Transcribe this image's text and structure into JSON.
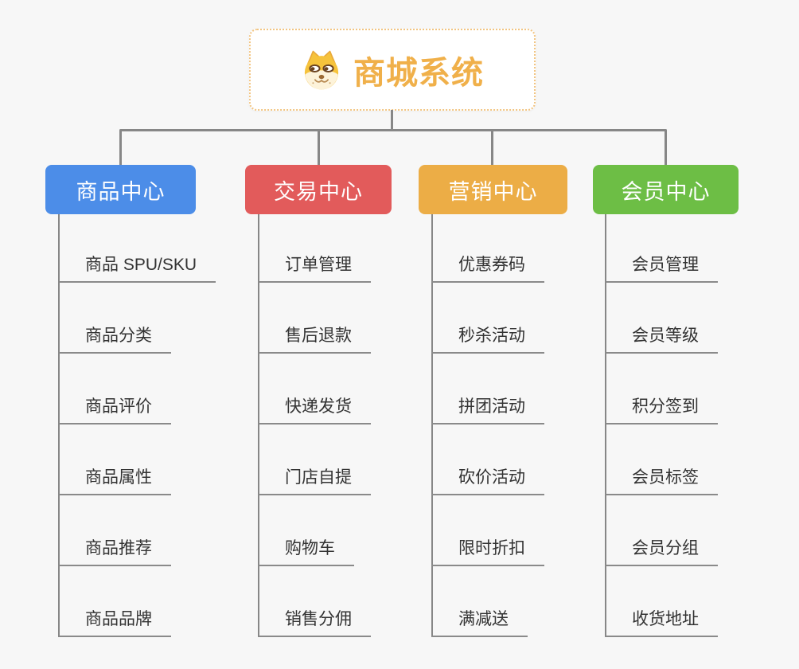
{
  "page": {
    "background_color": "#f7f7f7",
    "connector_color": "#878787"
  },
  "root": {
    "title": "商城系统",
    "icon": "dog-face-icon",
    "title_color": "#f0b04a",
    "border_color": "#f2c582"
  },
  "branches": [
    {
      "label": "商品中心",
      "color": "#4c8de8",
      "children": [
        "商品 SPU/SKU",
        "商品分类",
        "商品评价",
        "商品属性",
        "商品推荐",
        "商品品牌"
      ]
    },
    {
      "label": "交易中心",
      "color": "#e25b5b",
      "children": [
        "订单管理",
        "售后退款",
        "快递发货",
        "门店自提",
        "购物车",
        "销售分佣"
      ]
    },
    {
      "label": "营销中心",
      "color": "#ecad46",
      "children": [
        "优惠券码",
        "秒杀活动",
        "拼团活动",
        "砍价活动",
        "限时折扣",
        "满减送"
      ]
    },
    {
      "label": "会员中心",
      "color": "#6dbe45",
      "children": [
        "会员管理",
        "会员等级",
        "积分签到",
        "会员标签",
        "会员分组",
        "收货地址"
      ]
    }
  ]
}
